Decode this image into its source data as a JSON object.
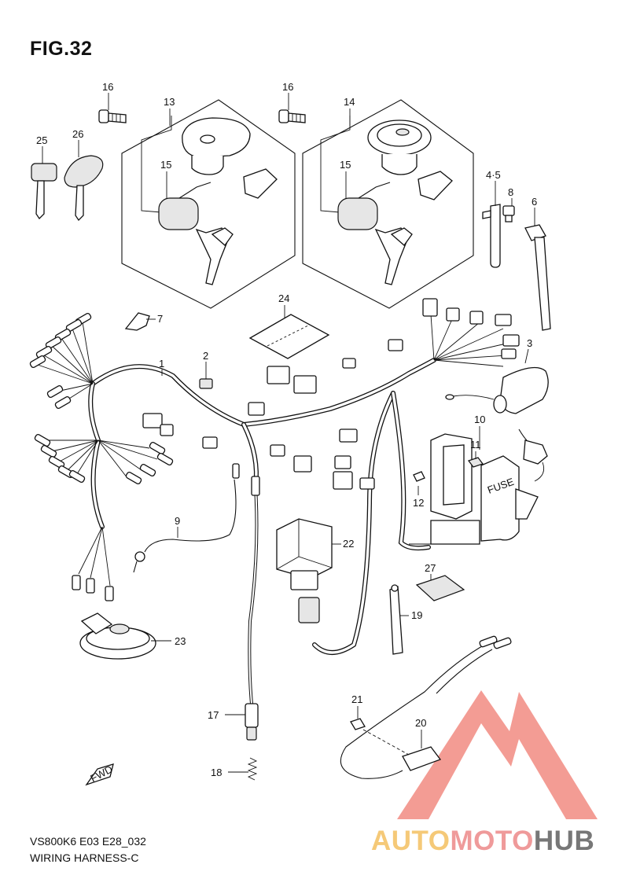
{
  "figure": {
    "title": "FIG.32",
    "code": "VS800K6 E03 E28_032",
    "name": "WIRING HARNESS-C"
  },
  "parts": [
    {
      "id": "1",
      "label": "1"
    },
    {
      "id": "2",
      "label": "2"
    },
    {
      "id": "3",
      "label": "3"
    },
    {
      "id": "4-5",
      "label": "4·5"
    },
    {
      "id": "6",
      "label": "6"
    },
    {
      "id": "7",
      "label": "7"
    },
    {
      "id": "8",
      "label": "8"
    },
    {
      "id": "9",
      "label": "9"
    },
    {
      "id": "10",
      "label": "10"
    },
    {
      "id": "11",
      "label": "11"
    },
    {
      "id": "12",
      "label": "12"
    },
    {
      "id": "13",
      "label": "13"
    },
    {
      "id": "14",
      "label": "14"
    },
    {
      "id": "15a",
      "label": "15"
    },
    {
      "id": "15b",
      "label": "15"
    },
    {
      "id": "16a",
      "label": "16"
    },
    {
      "id": "16b",
      "label": "16"
    },
    {
      "id": "17",
      "label": "17"
    },
    {
      "id": "18",
      "label": "18"
    },
    {
      "id": "19",
      "label": "19"
    },
    {
      "id": "20",
      "label": "20"
    },
    {
      "id": "21",
      "label": "21"
    },
    {
      "id": "22",
      "label": "22"
    },
    {
      "id": "23",
      "label": "23"
    },
    {
      "id": "24",
      "label": "24"
    },
    {
      "id": "25",
      "label": "25"
    },
    {
      "id": "26",
      "label": "26"
    },
    {
      "id": "27",
      "label": "27"
    }
  ],
  "fwd_mark": "FWD",
  "fuse_text": "FUSE",
  "watermark": {
    "part1": "AUTO",
    "part2": "MOTO",
    "part3": "HUB",
    "colors": {
      "auto": "#f5c978",
      "moto": "#ef9a9a",
      "hub": "#777777",
      "triangle": "#f28b82"
    }
  }
}
